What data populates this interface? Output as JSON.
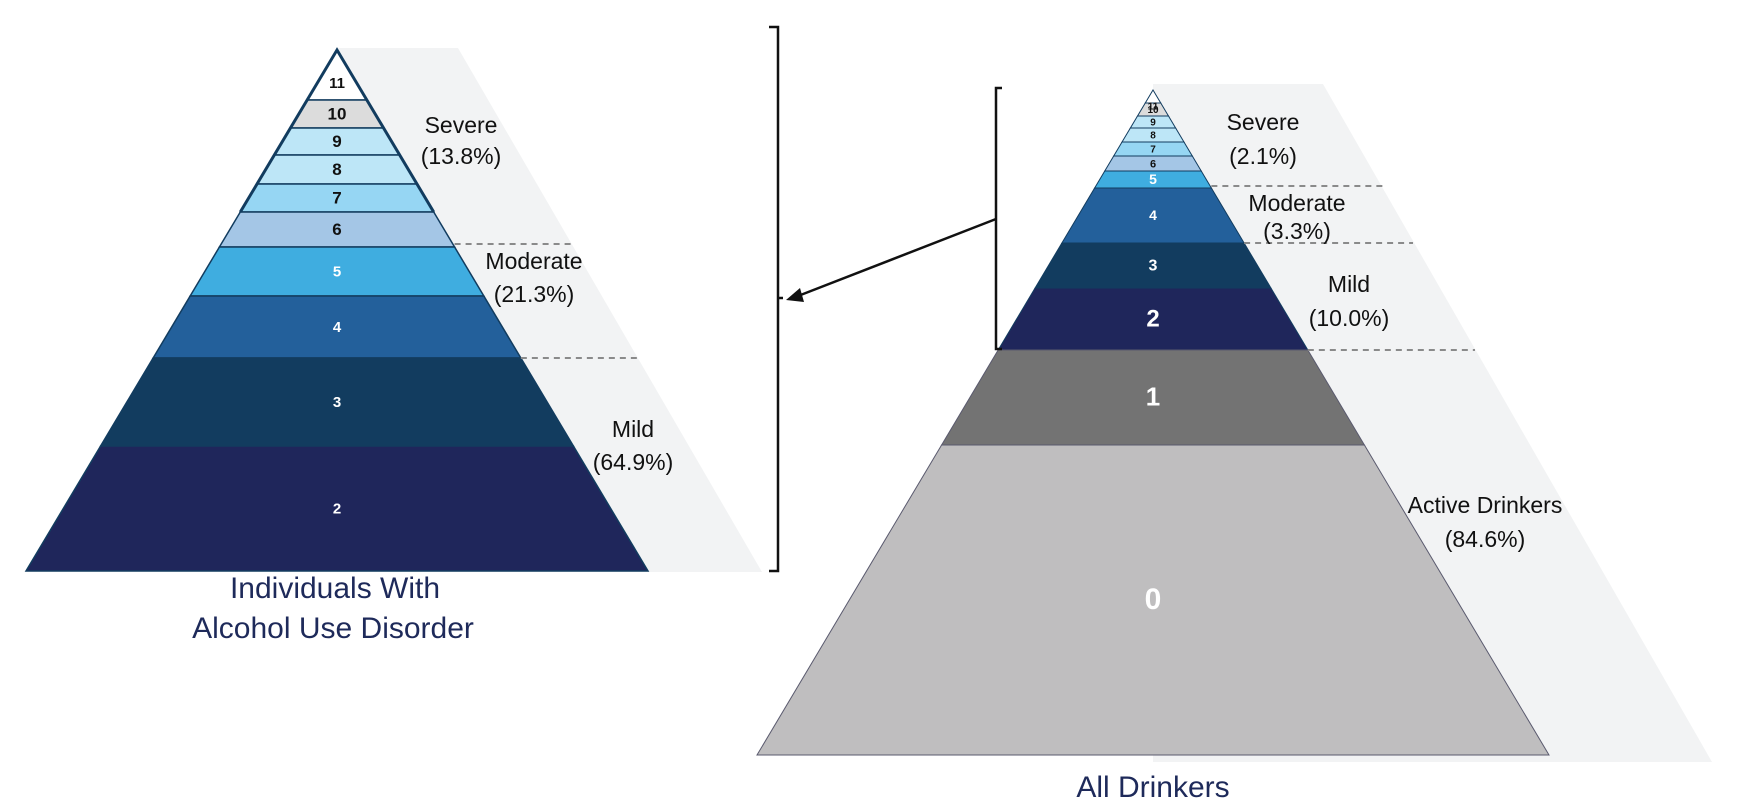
{
  "colors": {
    "l2": "#1f265b",
    "l3": "#123c5f",
    "l4": "#23609b",
    "l5": "#3fade0",
    "l6": "#a4c6e6",
    "l7": "#96d6f3",
    "l8": "#bde6f7",
    "l9": "#bde6f7",
    "l10": "#dcdcdc",
    "l11": "#ffffff",
    "l1": "#737373",
    "l0": "#bfbebf",
    "shade": "#f2f3f4",
    "outline": "#123c5f",
    "dash": "#8a8a8a",
    "caption": "#1e2a5a"
  },
  "left": {
    "caption_line1": "Individuals With",
    "caption_line2": "Alcohol Use Disorder",
    "levels": [
      {
        "label": "11",
        "color": "l11"
      },
      {
        "label": "10",
        "color": "l10"
      },
      {
        "label": "9",
        "color": "l9"
      },
      {
        "label": "8",
        "color": "l8"
      },
      {
        "label": "7",
        "color": "l7"
      },
      {
        "label": "6",
        "color": "l6"
      },
      {
        "label": "5",
        "color": "l5"
      },
      {
        "label": "4",
        "color": "l4"
      },
      {
        "label": "3",
        "color": "l3"
      },
      {
        "label": "2",
        "color": "l2"
      }
    ],
    "groups": [
      {
        "name": "Severe",
        "pct": "(13.8%)"
      },
      {
        "name": "Moderate",
        "pct": "(21.3%)"
      },
      {
        "name": "Mild",
        "pct": "(64.9%)"
      }
    ]
  },
  "right": {
    "caption": "All Drinkers",
    "levels": [
      {
        "label": "11",
        "color": "l11"
      },
      {
        "label": "10",
        "color": "l10"
      },
      {
        "label": "9",
        "color": "l9"
      },
      {
        "label": "8",
        "color": "l8"
      },
      {
        "label": "7",
        "color": "l7"
      },
      {
        "label": "6",
        "color": "l6"
      },
      {
        "label": "5",
        "color": "l5"
      },
      {
        "label": "4",
        "color": "l4"
      },
      {
        "label": "3",
        "color": "l3"
      },
      {
        "label": "2",
        "color": "l2"
      },
      {
        "label": "1",
        "color": "l1"
      },
      {
        "label": "0",
        "color": "l0"
      }
    ],
    "groups": [
      {
        "name": "Severe",
        "pct": "(2.1%)"
      },
      {
        "name": "Moderate",
        "pct": "(3.3%)"
      },
      {
        "name": "Mild",
        "pct": "(10.0%)"
      },
      {
        "name": "Active Drinkers",
        "pct": "(84.6%)"
      }
    ]
  }
}
